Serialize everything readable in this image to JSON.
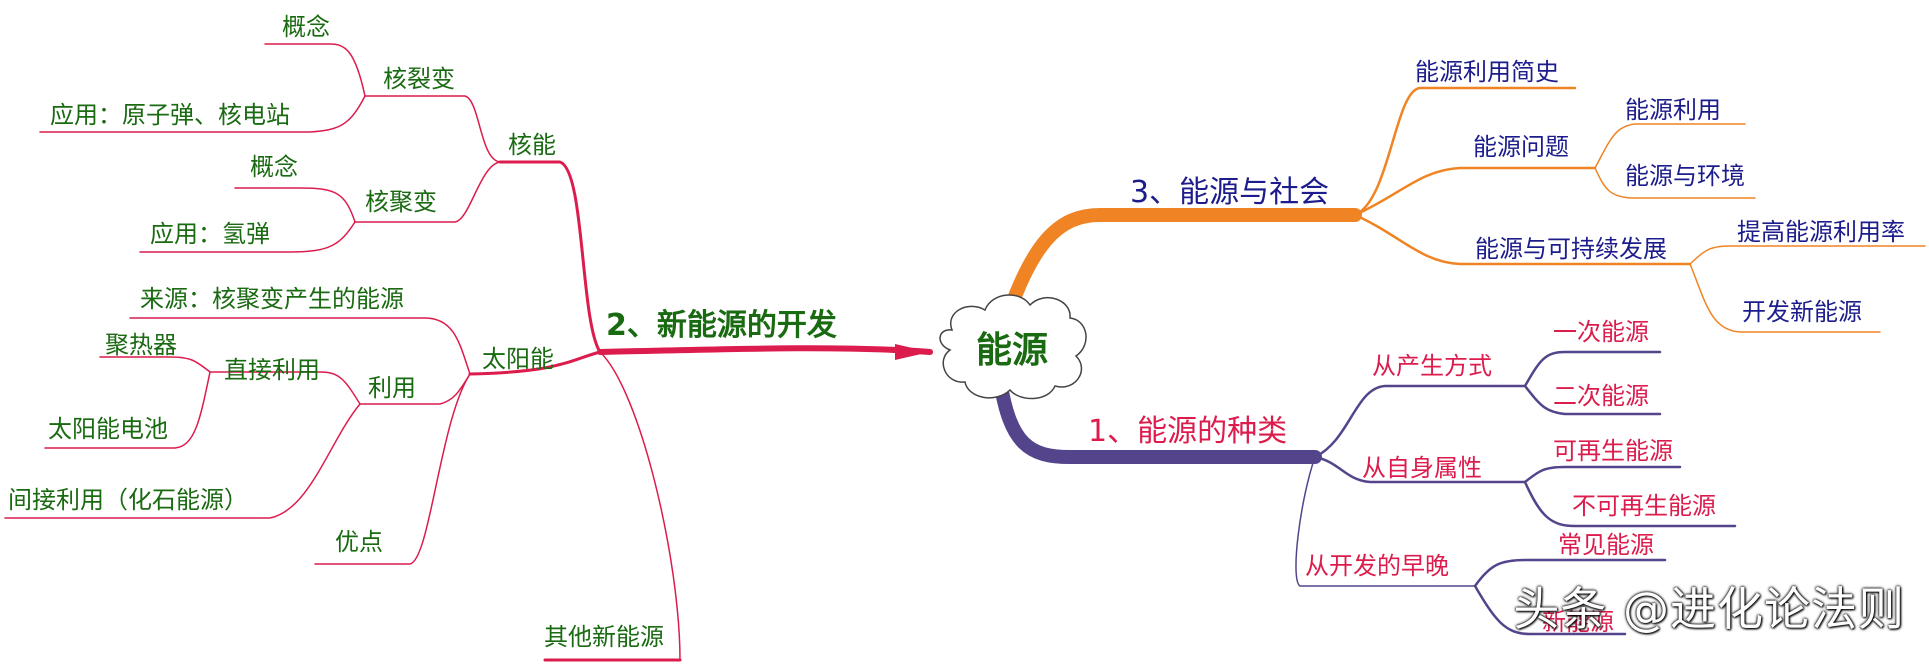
{
  "center": "能源",
  "branch2": {
    "title": "2、新能源的开发",
    "nuclear": "核能",
    "fission": "核裂变",
    "fission_concept": "概念",
    "fission_app": "应用：原子弹、核电站",
    "fusion": "核聚变",
    "fusion_concept": "概念",
    "fusion_app": "应用：氢弹",
    "solar": "太阳能",
    "solar_source": "来源：核聚变产生的能源",
    "use": "利用",
    "direct": "直接利用",
    "collector": "聚热器",
    "cell": "太阳能电池",
    "indirect": "间接利用（化石能源）",
    "advantage": "优点",
    "other": "其他新能源"
  },
  "branch3": {
    "title": "3、能源与社会",
    "history": "能源利用简史",
    "problem": "能源问题",
    "use": "能源利用",
    "env": "能源与环境",
    "sustain": "能源与可持续发展",
    "efficiency": "提高能源利用率",
    "develop": "开发新能源"
  },
  "branch1": {
    "title": "1、能源的种类",
    "by_origin": "从产生方式",
    "primary": "一次能源",
    "secondary": "二次能源",
    "by_attr": "从自身属性",
    "renewable": "可再生能源",
    "nonrenewable": "不可再生能源",
    "by_time": "从开发的早晚",
    "common": "常见能源",
    "new": "新能源"
  },
  "watermark": "头条 @进化论法则",
  "colors": {
    "red": "#dc1c4c",
    "green": "#1a6a12",
    "orange": "#f08424",
    "navy": "#1c1c8c",
    "purple": "#54448c"
  }
}
